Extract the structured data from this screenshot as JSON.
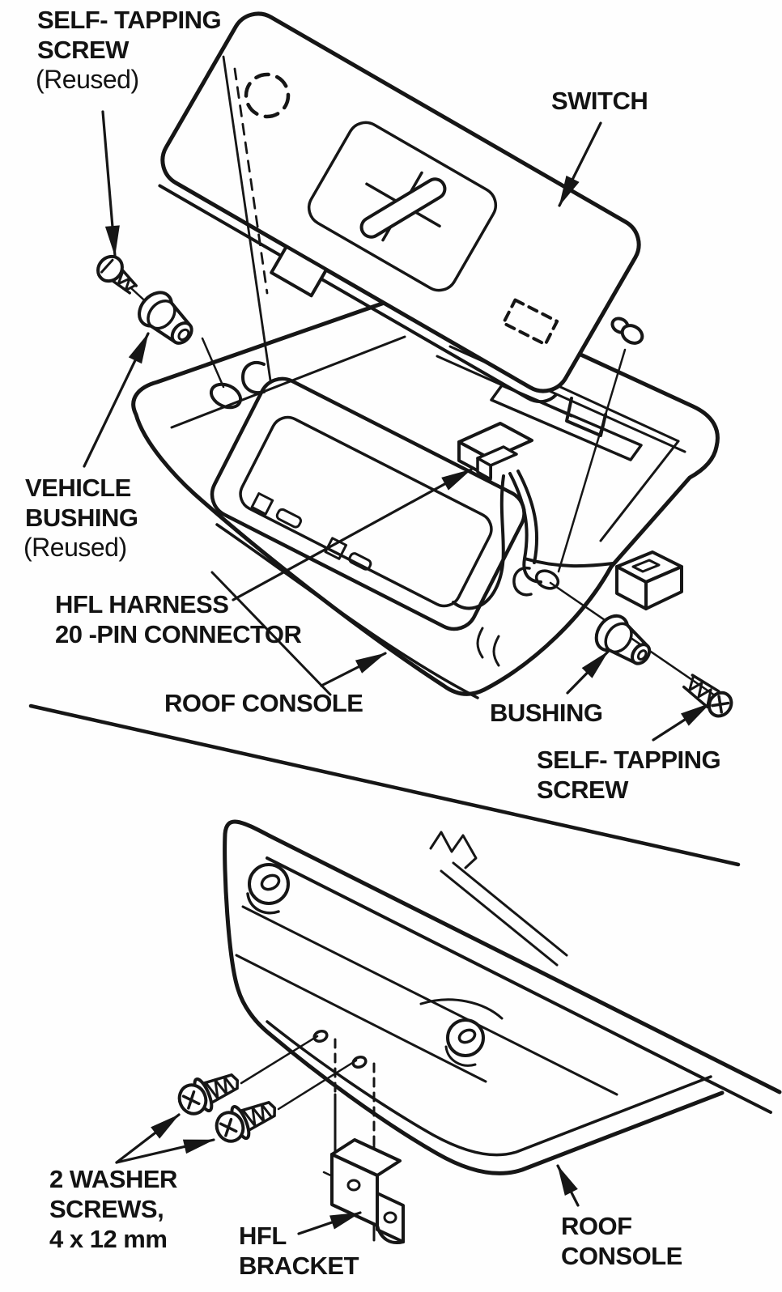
{
  "page": {
    "kind": "exploded parts diagram, two views separated by a diagonal divider",
    "ink_color": "#161616",
    "background_color": "#fefefe"
  },
  "figure_top": {
    "labels": {
      "self_tapping_screw_reused": {
        "title": "SELF- TAPPING\nSCREW",
        "sub": "(Reused)"
      },
      "switch": "SWITCH",
      "vehicle_bushing_reused": {
        "title": "VEHICLE\nBUSHING",
        "sub": "(Reused)"
      },
      "hfl_harness": "HFL HARNESS\n20 -PIN CONNECTOR",
      "roof_console": "ROOF CONSOLE",
      "bushing": "BUSHING",
      "self_tapping_screw": "SELF- TAPPING\nSCREW"
    }
  },
  "figure_bottom": {
    "labels": {
      "washer_screws": "2 WASHER\nSCREWS,\n4 x 12 mm",
      "hfl_bracket": "HFL\nBRACKET",
      "roof_console": "ROOF\nCONSOLE"
    }
  }
}
